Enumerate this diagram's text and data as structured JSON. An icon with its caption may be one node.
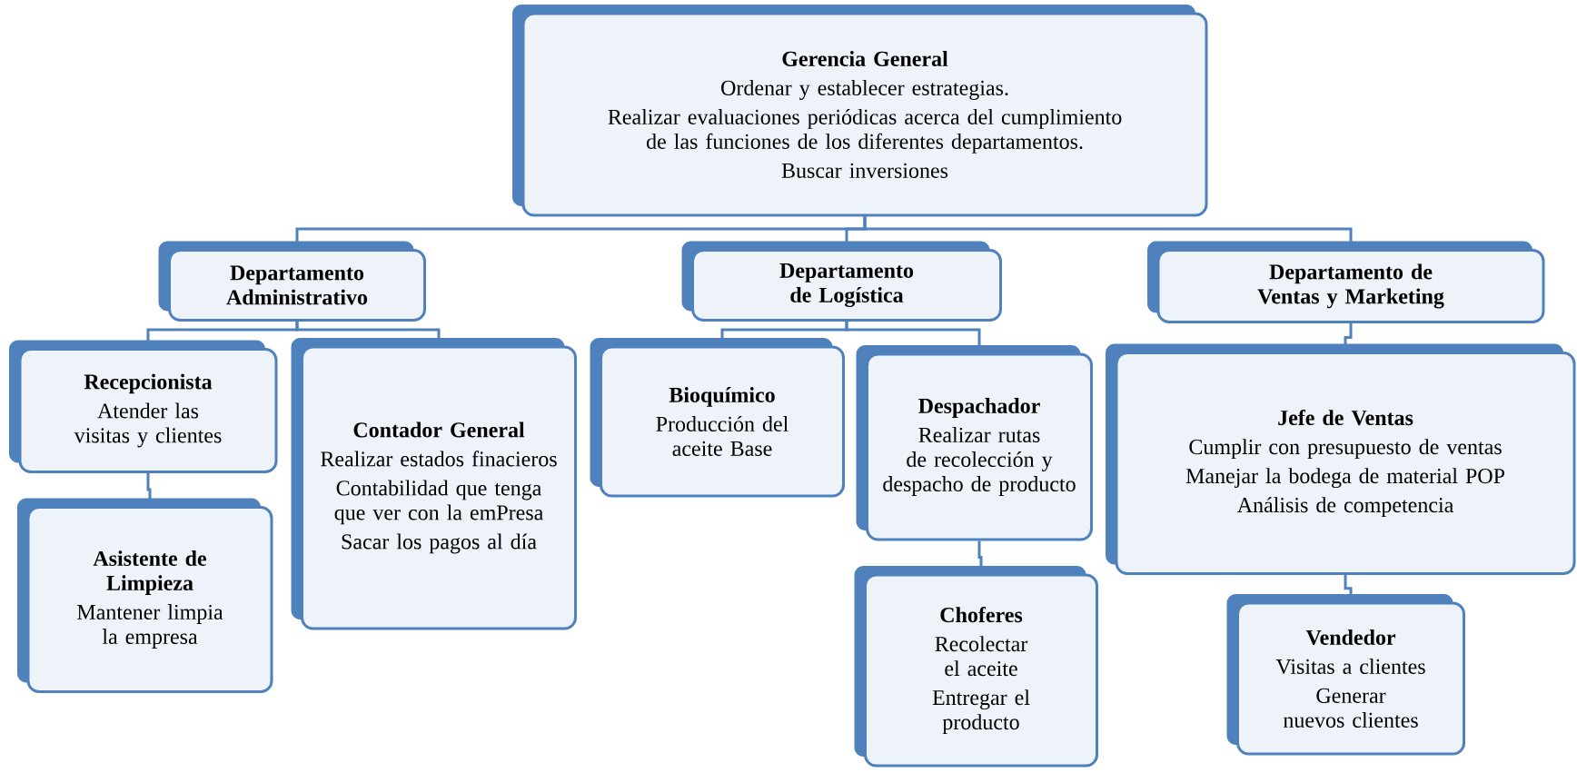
{
  "diagram": {
    "nodes": [
      {
        "text": [
          "Gerencia General",
          "Ordenar y establecer estrategias.",
          "Realizar evaluaciones periódicas acerca del cumplimiento de las funciones de los diferentes departamentos.",
          "Buscar inversiones"
        ]
      },
      {
        "text": [
          "Departamento Administrativo"
        ]
      },
      {
        "text": [
          "Departamento de Logística"
        ]
      },
      {
        "text": [
          "Departamento de Ventas y Marketing"
        ]
      },
      {
        "text": [
          "Recepcionista",
          "Atender las visitas y clientes"
        ]
      },
      {
        "text": [
          "Asistente de Limpieza",
          "Mantener limpia la empresa"
        ]
      },
      {
        "text": [
          "Contador General",
          "Realizar estados finacieros",
          "Contabilidad que tenga que ver con la emPresa",
          "Sacar los pagos al día"
        ]
      },
      {
        "text": [
          "Bioquímico",
          "Producción del aceite Base"
        ]
      },
      {
        "text": [
          "Despachador",
          "Realizar rutas de recolección y despacho de producto"
        ]
      },
      {
        "text": [
          "Choferes",
          "Recolectar el aceite",
          "Entregar el producto"
        ]
      },
      {
        "text": [
          "Jefe de Ventas",
          "Cumplir con presupuesto de ventas",
          "Manejar la bodega de material POP",
          "Análisis de competencia"
        ]
      },
      {
        "text": [
          "Vendedor",
          "Visitas a clientes",
          "Generar nuevos clientes"
        ]
      }
    ],
    "edges": [
      {
        "from": 0,
        "to": 1,
        "arrow": "none"
      },
      {
        "from": 0,
        "to": 2,
        "arrow": "none"
      },
      {
        "from": 0,
        "to": 3,
        "arrow": "none"
      },
      {
        "from": 1,
        "to": 4,
        "arrow": "none"
      },
      {
        "from": 1,
        "to": 6,
        "arrow": "none"
      },
      {
        "from": 2,
        "to": 7,
        "arrow": "none"
      },
      {
        "from": 2,
        "to": 8,
        "arrow": "none"
      },
      {
        "from": 3,
        "to": 10,
        "arrow": "none"
      },
      {
        "from": 4,
        "to": 5,
        "arrow": "none"
      },
      {
        "from": 8,
        "to": 9,
        "arrow": "none"
      },
      {
        "from": 10,
        "to": 11,
        "arrow": "none"
      }
    ]
  }
}
